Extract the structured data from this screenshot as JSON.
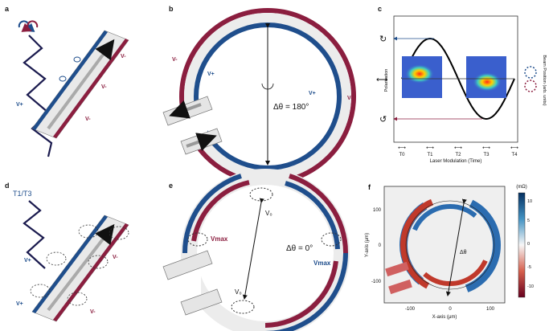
{
  "panels": {
    "a": {
      "label": "a"
    },
    "b": {
      "label": "b",
      "angle": "Δθ = 180°"
    },
    "c": {
      "label": "c",
      "ylabel": "Polarization",
      "xlabel": "Laser Modulation (Time)",
      "y2label": "Beam Position (arb. units)",
      "ticks": [
        "T0",
        "T1",
        "T2",
        "T3",
        "T4"
      ]
    },
    "d": {
      "label": "d",
      "legend": "T1/T3"
    },
    "e": {
      "label": "e",
      "angle": "Δθ = 0°",
      "v0": "V₀",
      "vmax_left": "Vmax",
      "vmax_right": "Vmax"
    },
    "f": {
      "label": "f",
      "xlabel": "X-axis (μm)",
      "ylabel": "Y-axis (μm)",
      "cbar_unit": "(mΩ)",
      "angle": "Δθ",
      "xticks": [
        "-100",
        "0",
        "100"
      ],
      "yticks": [
        "100",
        "0",
        "-100"
      ],
      "cticks": [
        "10",
        "5",
        "0",
        "-5",
        "-10"
      ]
    }
  },
  "labels": {
    "vplus": "V+",
    "vminus": "V-"
  },
  "colors": {
    "red": "#8b1e3f",
    "blue": "#1f4e8c",
    "light": "#eeeeee"
  }
}
